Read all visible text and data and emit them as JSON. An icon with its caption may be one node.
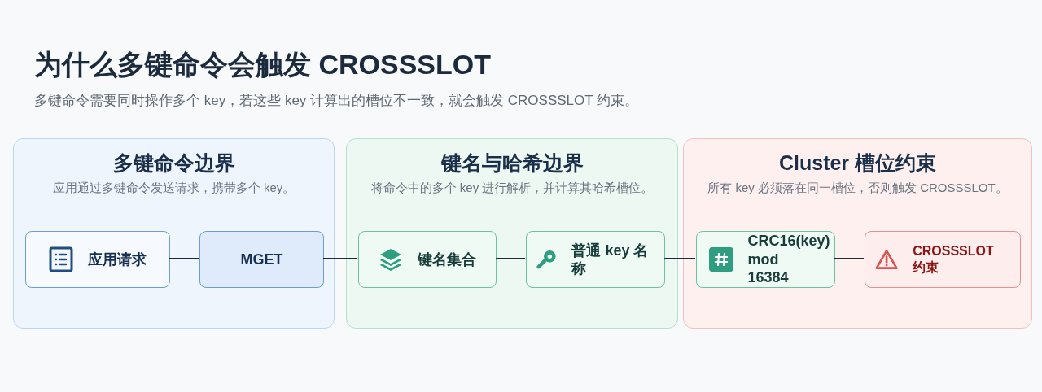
{
  "diagram": {
    "title": "为什么多键命令会触发 CROSSSLOT",
    "caption": "多键命令需要同时操作多个 key，若这些 key 计算出的槽位不一致，就会触发 CROSSSLOT 约束。",
    "nodes": [
      {
        "text": [
          "多键命令边界",
          "应用通过多键命令发送请求，携带多个 key。"
        ]
      },
      {
        "text": [
          "键名与哈希边界",
          "将命令中的多个 key 进行解析，并计算其哈希槽位。"
        ]
      },
      {
        "text": [
          "Cluster 槽位约束",
          "所有 key 必须落在同一槽位，否则触发 CROSSSLOT。"
        ]
      },
      {
        "text": [
          "应用请求"
        ],
        "in": 0
      },
      {
        "text": [
          "MGET"
        ],
        "in": 0
      },
      {
        "text": [
          "键名集合"
        ],
        "in": 1
      },
      {
        "text": [
          "普通 key 名称"
        ],
        "in": 1
      },
      {
        "text": [
          "CRC16(key) mod 16384"
        ],
        "in": 2
      },
      {
        "text": [
          "CROSSSLOT 约束"
        ],
        "in": 2
      }
    ],
    "edges": [
      {
        "from": 3,
        "to": 4,
        "arrow": "none"
      },
      {
        "from": 4,
        "to": 5,
        "arrow": "none"
      },
      {
        "from": 5,
        "to": 6,
        "arrow": "none"
      },
      {
        "from": 6,
        "to": 7,
        "arrow": "none"
      },
      {
        "from": 7,
        "to": 8,
        "arrow": "none"
      }
    ]
  }
}
